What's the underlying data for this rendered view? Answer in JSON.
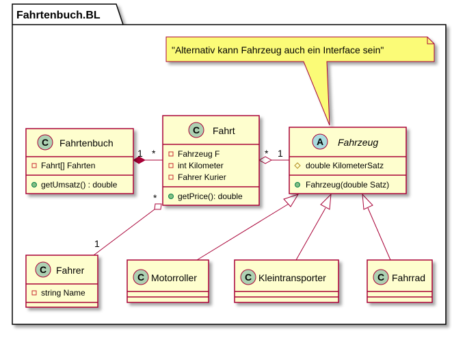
{
  "package": {
    "title": "Fahrtenbuch.BL"
  },
  "note": {
    "text": "\"Alternativ kann Fahrzeug auch ein Interface sein\""
  },
  "classes": {
    "fahrtenbuch": {
      "stereotype_letter": "C",
      "name": "Fahrtenbuch",
      "attributes": [
        {
          "visibility": "-",
          "text": "Fahrt[] Fahrten"
        }
      ],
      "methods": [
        {
          "visibility": "+",
          "text": "getUmsatz() : double"
        }
      ]
    },
    "fahrt": {
      "stereotype_letter": "C",
      "name": "Fahrt",
      "attributes": [
        {
          "visibility": "-",
          "text": "Fahrzeug F"
        },
        {
          "visibility": "-",
          "text": "int Kilometer"
        },
        {
          "visibility": "-",
          "text": "Fahrer Kurier"
        }
      ],
      "methods": [
        {
          "visibility": "+",
          "text": "getPrice(): double"
        }
      ]
    },
    "fahrzeug": {
      "stereotype_letter": "A",
      "name": "Fahrzeug",
      "abstract": true,
      "attributes": [
        {
          "visibility": "#",
          "text": "double KilometerSatz"
        }
      ],
      "methods": [
        {
          "visibility": "+",
          "text": "Fahrzeug(double Satz)"
        }
      ]
    },
    "fahrer": {
      "stereotype_letter": "C",
      "name": "Fahrer",
      "attributes": [
        {
          "visibility": "-",
          "text": "string Name"
        }
      ],
      "methods": []
    },
    "motorroller": {
      "stereotype_letter": "C",
      "name": "Motorroller",
      "attributes": [],
      "methods": []
    },
    "kleintransporter": {
      "stereotype_letter": "C",
      "name": "Kleintransporter",
      "attributes": [],
      "methods": []
    },
    "fahrrad": {
      "stereotype_letter": "C",
      "name": "Fahrrad",
      "attributes": [],
      "methods": []
    }
  },
  "relations": {
    "composition": {
      "from": "Fahrtenbuch",
      "to": "Fahrt",
      "from_mult": "1",
      "to_mult": "*"
    },
    "aggregation_fahrzeug": {
      "from": "Fahrt",
      "to": "Fahrzeug",
      "from_mult": "*",
      "to_mult": "1"
    },
    "aggregation_fahrer": {
      "from": "Fahrt",
      "to": "Fahrer",
      "from_mult": "*",
      "to_mult": "1"
    }
  },
  "colors": {
    "class_fill": "#FEFECE",
    "class_border": "#A80036",
    "circle_C": "#ADD1B2",
    "circle_A": "#A9DCDF",
    "private_marker": "#C82930",
    "protected_marker": "#B38D22",
    "public_marker": "#84BE84",
    "note_fill": "#FBFB77"
  }
}
